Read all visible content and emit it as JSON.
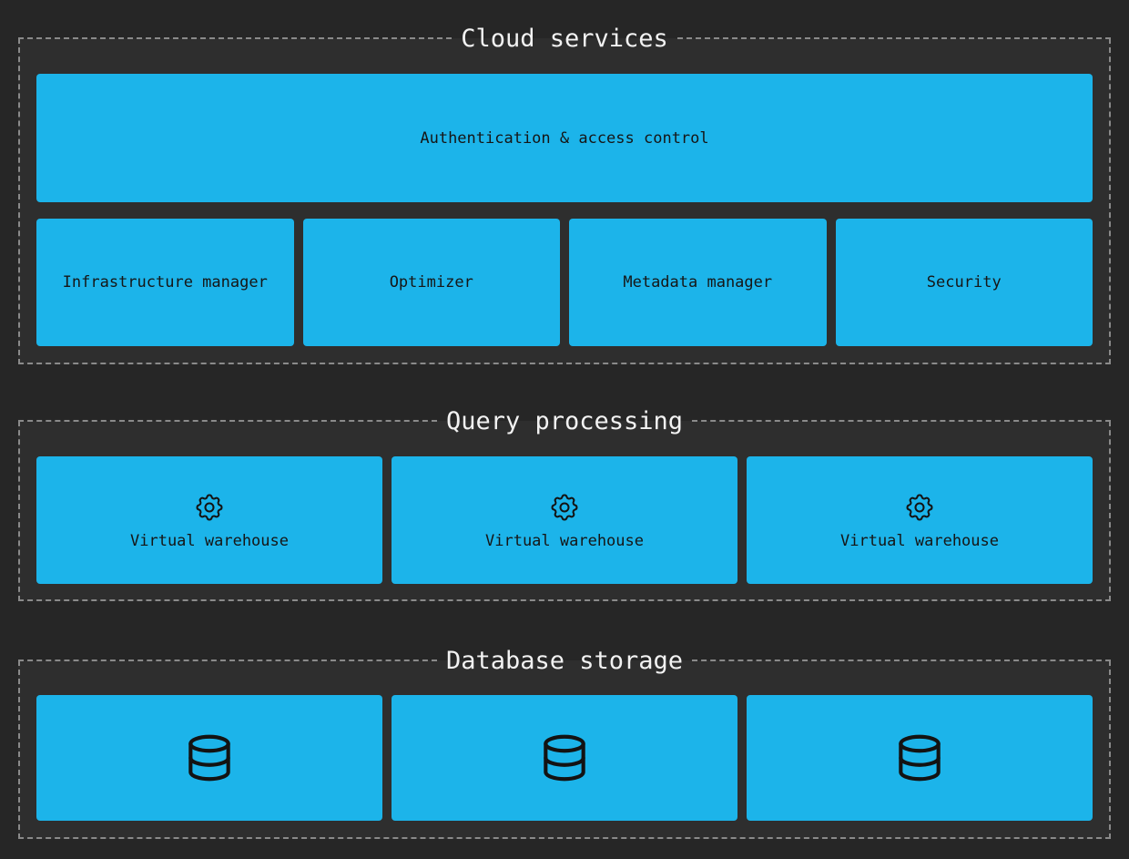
{
  "palette": {
    "page_background": "#262626",
    "section_background": "#2e2e2e",
    "section_border": "#8a8a8a",
    "section_title_color": "#f2f2f2",
    "node_background": "#1cb4ea",
    "node_text_color": "#161616",
    "icon_color": "#131313"
  },
  "sections": [
    {
      "title": "Cloud services",
      "banner": {
        "label": "Authentication & access control"
      },
      "boxes": [
        {
          "label": "Infrastructure manager"
        },
        {
          "label": "Optimizer"
        },
        {
          "label": "Metadata manager"
        },
        {
          "label": "Security"
        }
      ]
    },
    {
      "title": "Query processing",
      "boxes": [
        {
          "icon": "gear-icon",
          "label": "Virtual warehouse"
        },
        {
          "icon": "gear-icon",
          "label": "Virtual warehouse"
        },
        {
          "icon": "gear-icon",
          "label": "Virtual warehouse"
        }
      ]
    },
    {
      "title": "Database storage",
      "boxes": [
        {
          "icon": "database-icon"
        },
        {
          "icon": "database-icon"
        },
        {
          "icon": "database-icon"
        }
      ]
    }
  ]
}
